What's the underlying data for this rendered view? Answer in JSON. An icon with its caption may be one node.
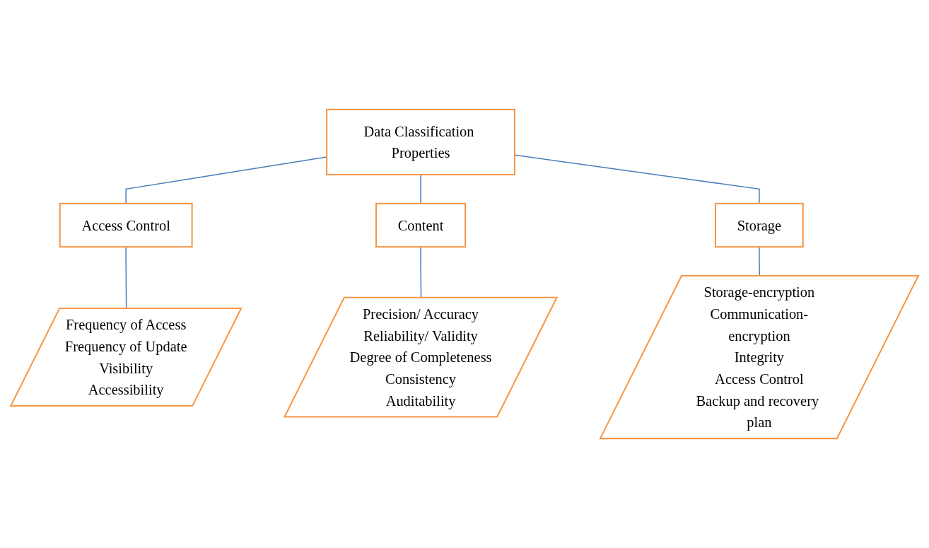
{
  "diagram": {
    "nodes": [
      {
        "text": [
          "Data Classification Properties"
        ]
      },
      {
        "text": [
          "Access Control"
        ]
      },
      {
        "text": [
          "Content"
        ]
      },
      {
        "text": [
          "Storage"
        ]
      },
      {
        "text": [
          "Frequency of Access",
          "Frequency of Update",
          "Visibility",
          "Accessibility"
        ]
      },
      {
        "text": [
          "Precision/ Accuracy",
          "Reliability/ Validity",
          "Degree of Completeness",
          "Consistency",
          "Auditability"
        ]
      },
      {
        "text": [
          "Storage-encryption",
          "Communication-encryption",
          "Integrity",
          "Access Control",
          "Backup and recovery plan"
        ]
      }
    ],
    "edges": [
      {
        "from": 0,
        "to": 1,
        "arrow": "none"
      },
      {
        "from": 0,
        "to": 2,
        "arrow": "none"
      },
      {
        "from": 0,
        "to": 3,
        "arrow": "none"
      },
      {
        "from": 1,
        "to": 4,
        "arrow": "none"
      },
      {
        "from": 2,
        "to": 5,
        "arrow": "none"
      },
      {
        "from": 3,
        "to": 6,
        "arrow": "none"
      }
    ]
  }
}
